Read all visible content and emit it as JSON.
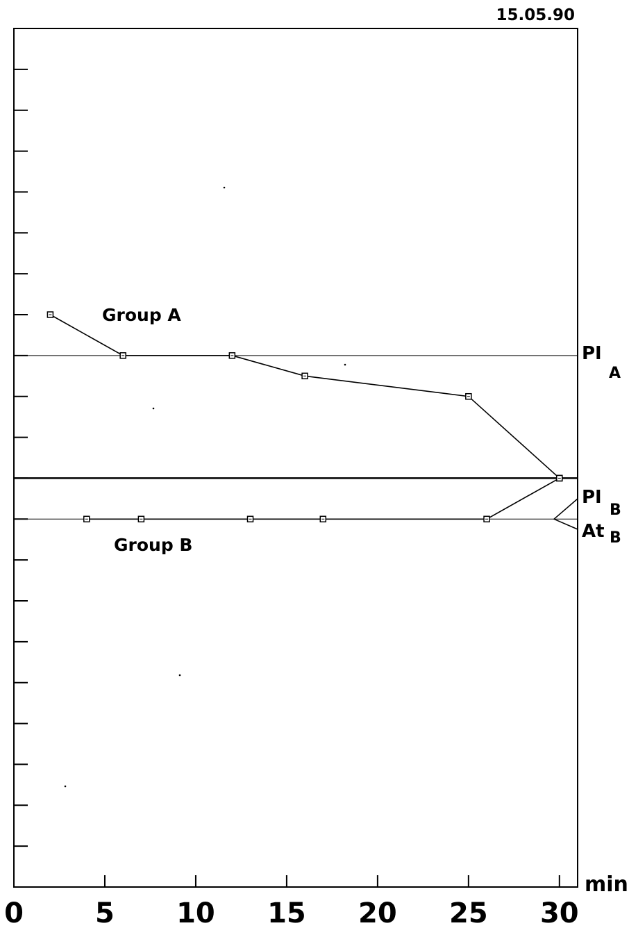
{
  "chart_data": {
    "type": "line",
    "date": "15.05.90",
    "xlabel": "min",
    "xlim": [
      0,
      31
    ],
    "ylim": [
      0,
      21
    ],
    "x_ticks": [
      0,
      5,
      10,
      15,
      20,
      25,
      30
    ],
    "x_minor_ticks": [
      5,
      10,
      15,
      20,
      25,
      30
    ],
    "y_ticks": [
      1,
      2,
      3,
      4,
      5,
      6,
      7,
      8,
      9,
      10,
      11,
      12,
      13,
      14,
      15,
      16,
      17,
      18,
      19,
      20
    ],
    "grid": false,
    "series": [
      {
        "name": "Group A",
        "x": [
          2,
          6,
          12,
          16,
          25,
          30
        ],
        "y": [
          14,
          13,
          13,
          12.5,
          12,
          10
        ]
      },
      {
        "name": "Group B",
        "x": [
          4,
          7,
          13,
          17,
          26,
          30
        ],
        "y": [
          9,
          9,
          9,
          9,
          9,
          10
        ]
      }
    ],
    "reference_lines": [
      {
        "y": 13,
        "label": "PI",
        "sub": "A",
        "style": "thin"
      },
      {
        "y": 10,
        "label": "",
        "sub": "",
        "style": "thick"
      },
      {
        "y": 9,
        "label": "PI",
        "sub": "B",
        "style": "thin"
      }
    ],
    "annotations": [
      {
        "label": "At",
        "sub": "B",
        "y": 9
      }
    ]
  }
}
